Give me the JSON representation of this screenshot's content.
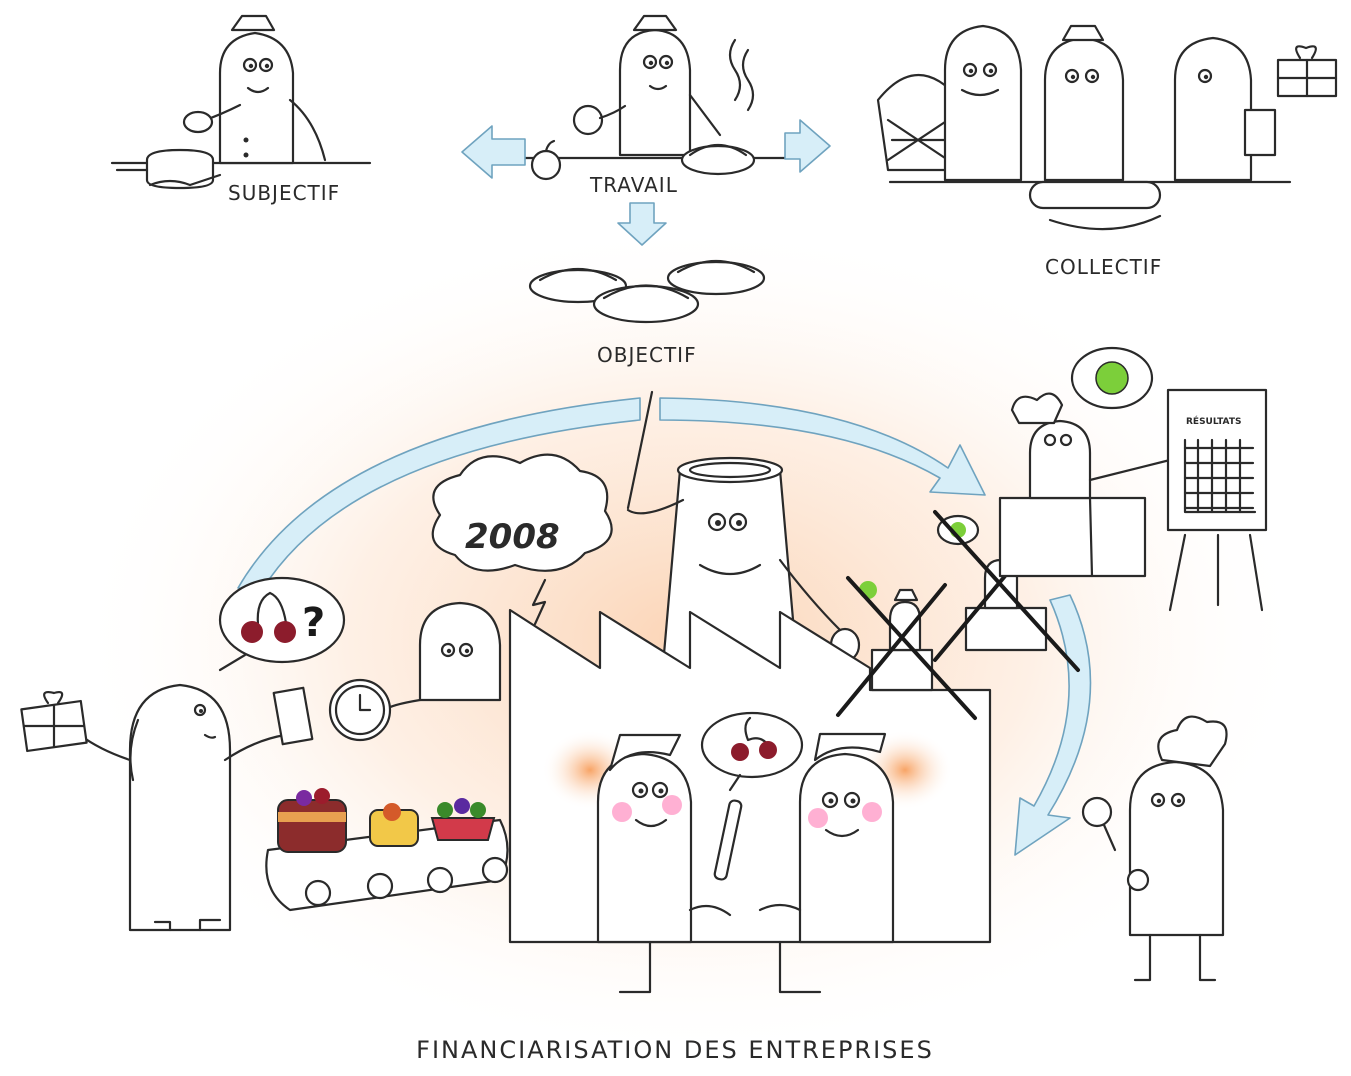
{
  "labels": {
    "subjectif": "SUBJECTIF",
    "travail": "TRAVAIL",
    "collectif": "COLLECTIF",
    "objectif": "OBJECTIF",
    "cloud_year": "2008",
    "question_mark": "?",
    "results_board": "RÉSULTATS",
    "caption": "FINANCIARISATION DES ENTREPRISES"
  },
  "colors": {
    "arrow_fill": "#d7eef8",
    "arrow_stroke": "#6fa3bf",
    "glow": "#f7b98c",
    "cherry": "#8c1c2c",
    "apple": "#7ccf3a",
    "cheek": "#ff6fae"
  }
}
